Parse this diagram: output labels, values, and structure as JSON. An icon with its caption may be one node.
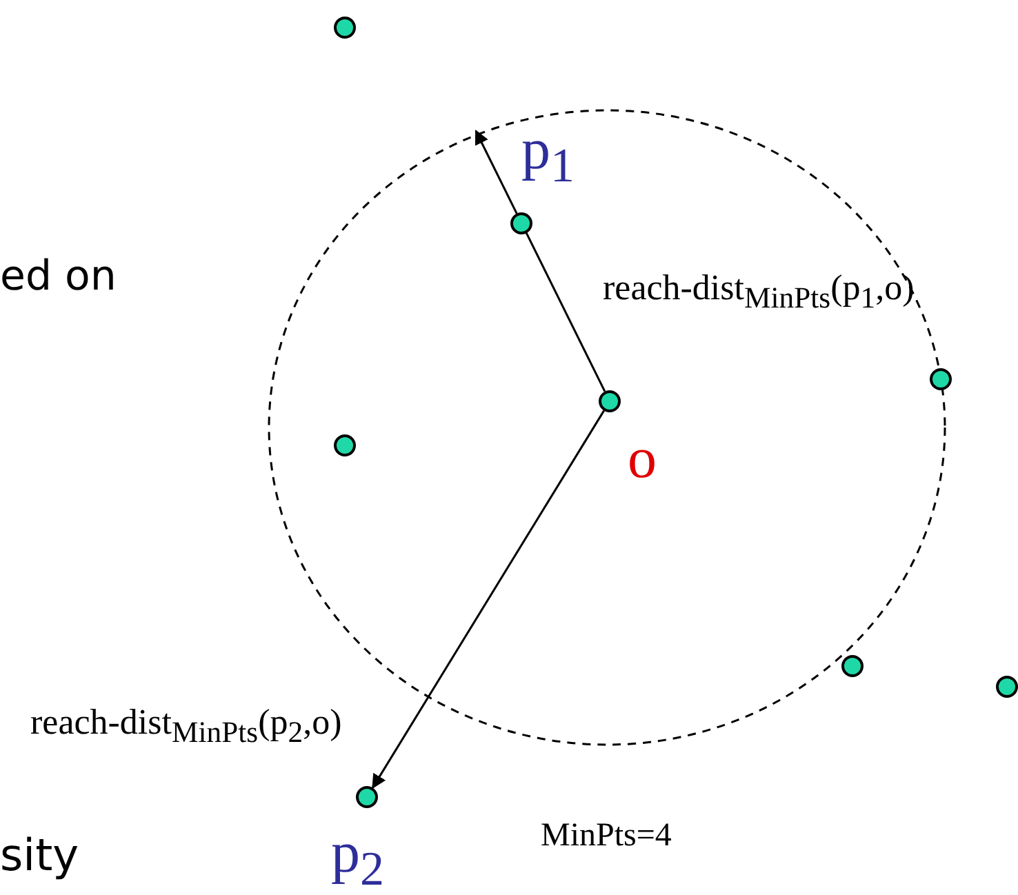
{
  "diagram": {
    "nodes": [
      {
        "text": [],
        "shape": "circle"
      },
      {
        "text": [],
        "shape": "circle"
      },
      {
        "text": [],
        "shape": "circle"
      },
      {
        "text": [],
        "shape": "circle",
        "beside": [
          "o"
        ]
      },
      {
        "text": [],
        "shape": "circle"
      },
      {
        "text": [],
        "shape": "circle"
      },
      {
        "text": [],
        "shape": "circle"
      },
      {
        "text": [],
        "shape": "circle",
        "beside": [
          "p$_{2}$"
        ]
      }
    ],
    "edges": [
      {
        "from": 3,
        "to": null,
        "arrow": "to",
        "label": "reach-dist$_{MinPts}$(p$_{1}$,o)"
      },
      {
        "from": 3,
        "to": 7,
        "arrow": "to",
        "label": "reach-dist$_{MinPts}$(p$_{2}$,o)"
      }
    ],
    "labels": [
      "p$_{1}$",
      "ed on",
      "MinPts=4",
      "sity"
    ]
  }
}
